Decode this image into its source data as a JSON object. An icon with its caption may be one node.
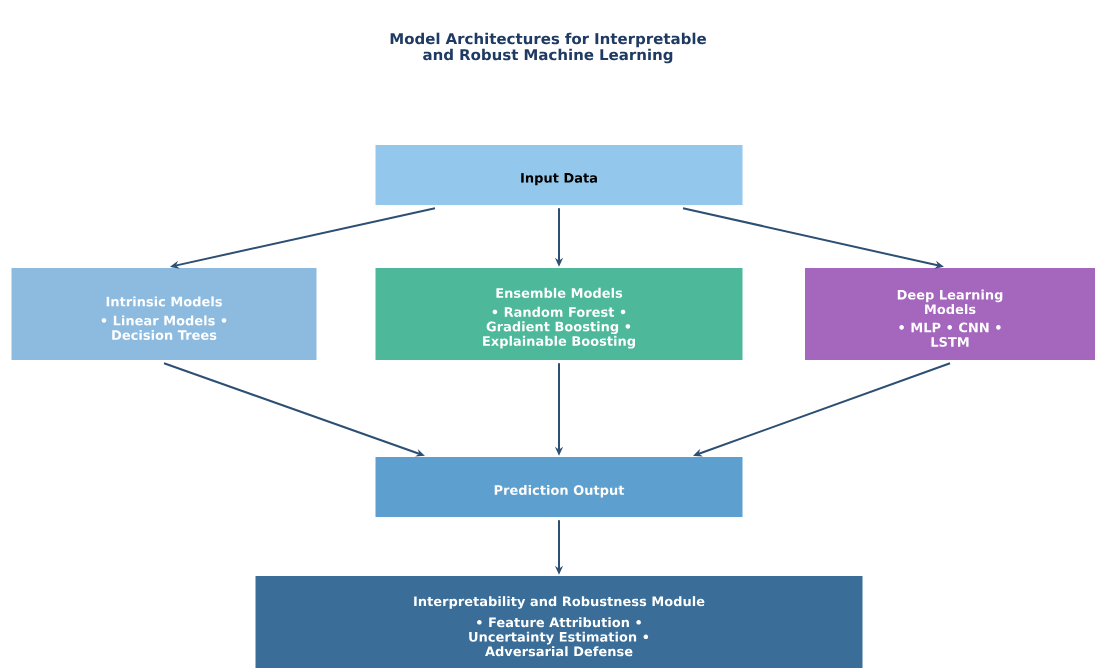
{
  "diagram": {
    "title": "Model Architectures for Interpretable and Robust Machine Learning",
    "nodes": [
      {
        "text": [
          "Input Data"
        ]
      },
      {
        "text": [
          "Intrinsic Models",
          "• Linear Models • Decision Trees"
        ]
      },
      {
        "text": [
          "Ensemble Models",
          "• Random Forest • Gradient Boosting • Explainable Boosting"
        ]
      },
      {
        "text": [
          "Deep Learning Models",
          "• MLP • CNN • LSTM"
        ]
      },
      {
        "text": [
          "Prediction Output"
        ]
      },
      {
        "text": [
          "Interpretability and Robustness Module",
          "• Feature Attribution • Uncertainty Estimation • Adversarial Defense"
        ]
      }
    ],
    "edges": [
      {
        "from": 0,
        "to": 1,
        "arrow": "to"
      },
      {
        "from": 0,
        "to": 2,
        "arrow": "to"
      },
      {
        "from": 0,
        "to": 3,
        "arrow": "to"
      },
      {
        "from": 1,
        "to": 4,
        "arrow": "to"
      },
      {
        "from": 2,
        "to": 4,
        "arrow": "to"
      },
      {
        "from": 3,
        "to": 4,
        "arrow": "to"
      },
      {
        "from": 4,
        "to": 5,
        "arrow": "to"
      }
    ]
  }
}
